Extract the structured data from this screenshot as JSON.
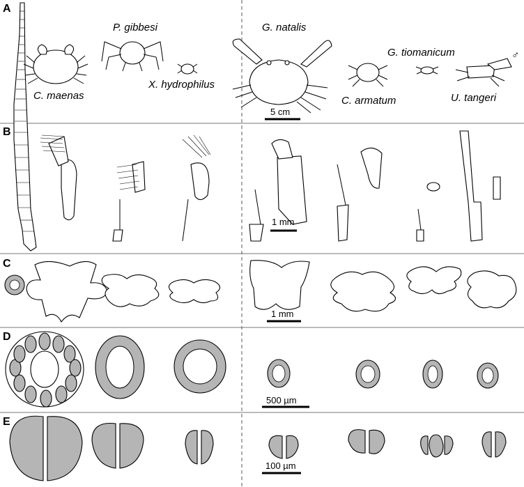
{
  "panels": {
    "A": "A",
    "B": "B",
    "C": "C",
    "D": "D",
    "E": "E"
  },
  "species": {
    "c_maenas": "C. maenas",
    "p_gibbesi": "P. gibbesi",
    "x_hydrophilus": "X. hydrophilus",
    "g_natalis": "G. natalis",
    "c_armatum": "C. armatum",
    "g_tiomanicum": "G. tiomanicum",
    "u_tangeri": "U. tangeri"
  },
  "male_symbol": "♂",
  "scale_bars": {
    "a": "5 cm",
    "b": "1 mm",
    "c": "1 mm",
    "d": "500 µm",
    "e": "100 µm"
  },
  "colors": {
    "outline": "#000000",
    "fill_gray": "#b5b5b5",
    "background": "#ffffff"
  }
}
